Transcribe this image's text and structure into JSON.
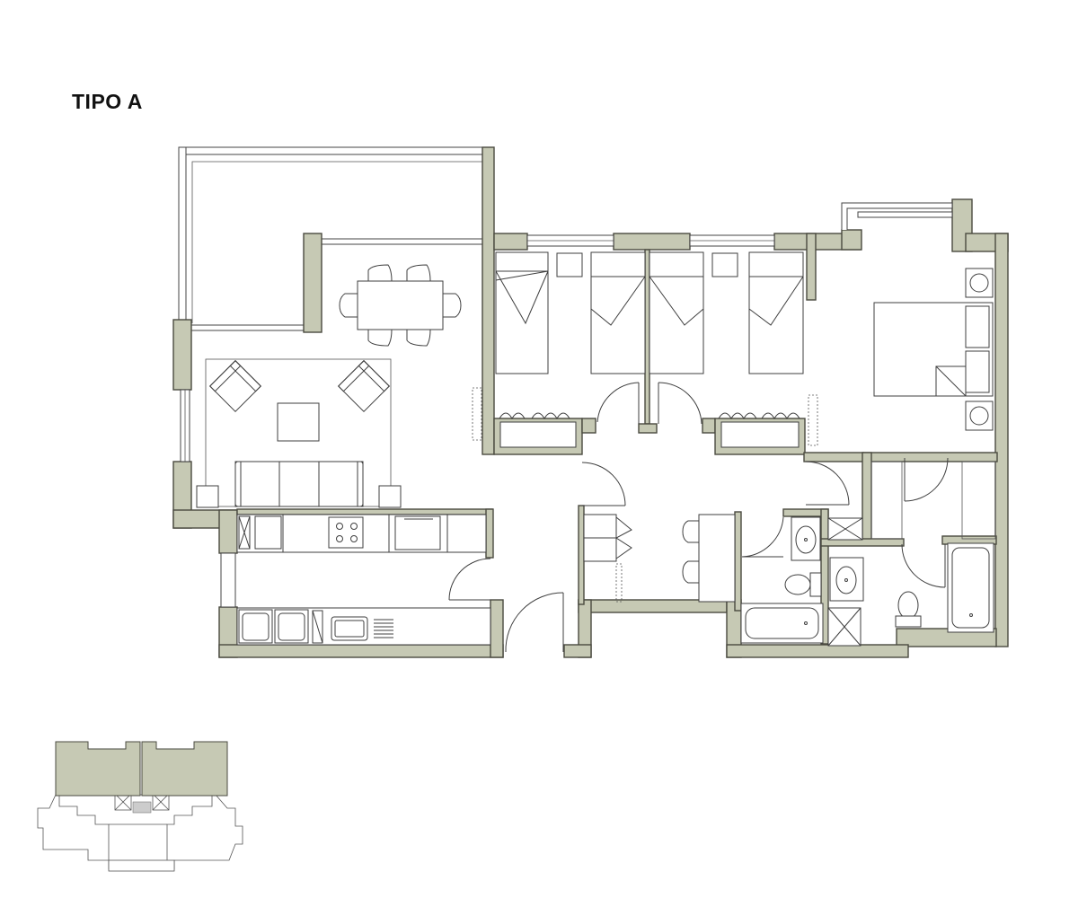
{
  "page": {
    "title": "TIPO A"
  },
  "colors": {
    "wall_fill": "#c6c9b4",
    "wall_stroke": "#4a4a40",
    "line": "#3f3f3f",
    "background": "#ffffff"
  },
  "plan": {
    "rooms": [
      "terrace",
      "living-dining",
      "kitchen",
      "bedroom-1",
      "bedroom-2",
      "master-bedroom",
      "bathroom-1",
      "bathroom-2",
      "hallway",
      "entrance"
    ]
  },
  "key_plan": {
    "highlighted_units": 2
  }
}
